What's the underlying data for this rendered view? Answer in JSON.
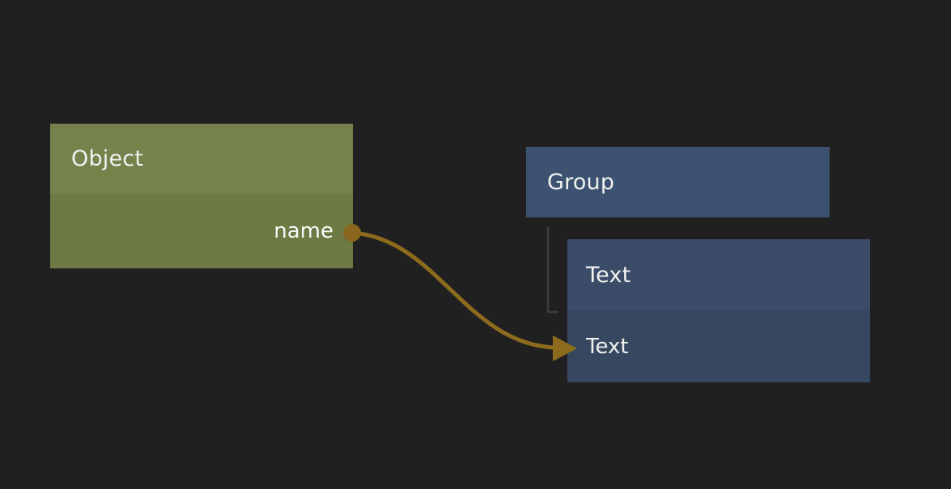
{
  "canvas": {
    "background": "#202020"
  },
  "object_node": {
    "title": "Object",
    "header_color": "#75824b",
    "body_color": "#6d7a44",
    "port": {
      "label": "name",
      "color": "#8a671e"
    }
  },
  "group_node": {
    "title": "Group",
    "color": "#3d5270"
  },
  "text_node": {
    "title": "Text",
    "row_label": "Text",
    "header_color": "#3a4c67",
    "body_color": "#36485f"
  },
  "wire": {
    "color": "#8d6b1d"
  },
  "tree_connector": {
    "color": "#3d3d3d"
  }
}
